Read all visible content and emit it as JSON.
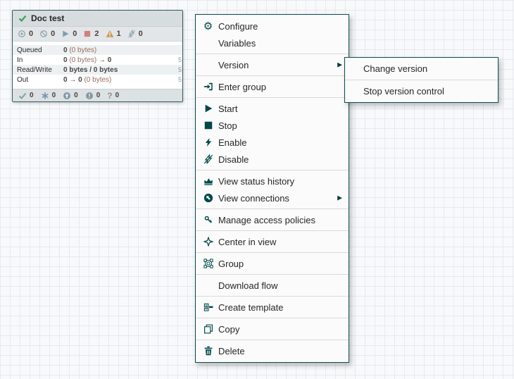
{
  "colors": {
    "accent_teal": "#004849",
    "menu_border": "#0b4c4e",
    "menu_bg": "#fbfbfb",
    "canvas_grid": "#e6e9ee",
    "stopped_red": "#d2807d",
    "invalid_amber": "#cf9b52",
    "running_blue": "#7f9eb2",
    "muted_gray": "#8aa0aa",
    "version_check_green": "#36a258"
  },
  "process_group": {
    "name": "Doc test",
    "header_icon": "check-icon",
    "activity_stats": [
      {
        "icon": "transmitting-icon",
        "count": "0",
        "color": "#8aa0aa"
      },
      {
        "icon": "not-transmitting-icon",
        "count": "0",
        "color": "#8aa0aa"
      },
      {
        "icon": "running-icon",
        "count": "0",
        "color": "#7f9eb2"
      },
      {
        "icon": "stopped-icon",
        "count": "2",
        "color": "#d2807d"
      },
      {
        "icon": "invalid-icon",
        "count": "1",
        "color": "#cf9b52"
      },
      {
        "icon": "disabled-icon",
        "count": "0",
        "color": "#8aa0aa"
      }
    ],
    "stat_rows": [
      {
        "label": "Queued",
        "parts": [
          [
            "0",
            "b"
          ],
          [
            " (0 bytes)",
            "m"
          ]
        ],
        "right": ""
      },
      {
        "label": "In",
        "parts": [
          [
            "0",
            "b"
          ],
          [
            " (0 bytes) ",
            "m"
          ],
          [
            "→ 0",
            "b"
          ]
        ],
        "right": "5"
      },
      {
        "label": "Read/Write",
        "parts": [
          [
            "0 bytes / 0 bytes",
            "b"
          ]
        ],
        "right": "5"
      },
      {
        "label": "Out",
        "parts": [
          [
            "0 → 0",
            "b"
          ],
          [
            " (0 bytes)",
            "m"
          ]
        ],
        "right": "5"
      }
    ],
    "version_stats": [
      {
        "icon": "up-to-date-check-icon",
        "count": "0",
        "color": "#7fa38f"
      },
      {
        "icon": "locally-modified-asterisk-icon",
        "count": "0",
        "color": "#7d96ad"
      },
      {
        "icon": "stale-up-arrow-icon",
        "count": "0",
        "color": "#8796a4"
      },
      {
        "icon": "modified-stale-exclamation-icon",
        "count": "0",
        "color": "#8796a4"
      },
      {
        "icon": "sync-failure-question-icon",
        "count": "0",
        "color": "#9b8b8b"
      }
    ]
  },
  "context_menu": {
    "items": [
      {
        "type": "item",
        "icon": "gear-icon",
        "label": "Configure"
      },
      {
        "type": "item",
        "icon": null,
        "label": "Variables"
      },
      {
        "type": "separator"
      },
      {
        "type": "item",
        "icon": null,
        "label": "Version",
        "submenu": true
      },
      {
        "type": "separator"
      },
      {
        "type": "item",
        "icon": "enter-group-icon",
        "label": "Enter group"
      },
      {
        "type": "separator"
      },
      {
        "type": "item",
        "icon": "start-icon",
        "label": "Start"
      },
      {
        "type": "item",
        "icon": "stop-icon",
        "label": "Stop"
      },
      {
        "type": "item",
        "icon": "enable-bolt-icon",
        "label": "Enable"
      },
      {
        "type": "item",
        "icon": "disable-bolt-icon",
        "label": "Disable"
      },
      {
        "type": "separator"
      },
      {
        "type": "item",
        "icon": "status-history-chart-icon",
        "label": "View status history"
      },
      {
        "type": "item",
        "icon": "view-connections-icon",
        "label": "View connections",
        "submenu": true
      },
      {
        "type": "separator"
      },
      {
        "type": "item",
        "icon": "key-icon",
        "label": "Manage access policies"
      },
      {
        "type": "separator"
      },
      {
        "type": "item",
        "icon": "crosshair-icon",
        "label": "Center in view"
      },
      {
        "type": "separator"
      },
      {
        "type": "item",
        "icon": "object-group-icon",
        "label": "Group"
      },
      {
        "type": "separator"
      },
      {
        "type": "item",
        "icon": null,
        "label": "Download flow"
      },
      {
        "type": "separator"
      },
      {
        "type": "item",
        "icon": "template-icon",
        "label": "Create template"
      },
      {
        "type": "separator"
      },
      {
        "type": "item",
        "icon": "copy-icon",
        "label": "Copy"
      },
      {
        "type": "separator"
      },
      {
        "type": "item",
        "icon": "trash-icon",
        "label": "Delete"
      }
    ]
  },
  "version_submenu": {
    "items": [
      {
        "label": "Change version"
      },
      {
        "label": "Stop version control"
      }
    ]
  }
}
